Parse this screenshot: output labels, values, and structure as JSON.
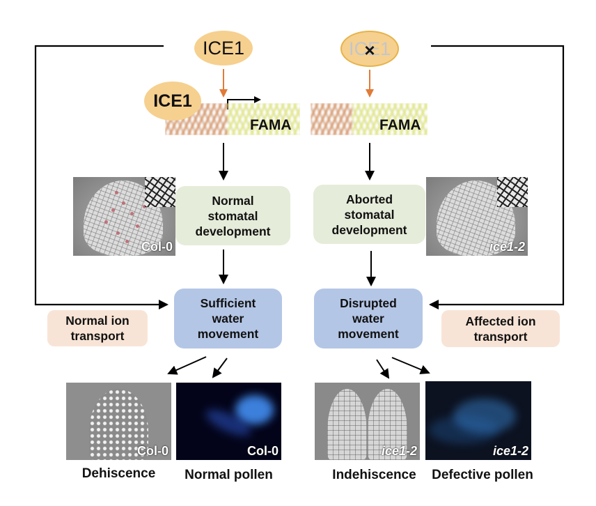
{
  "colors": {
    "protein_fill": "#f6d08f",
    "knockout_border": "#e6b34a",
    "regulation_arrow": "#e07b39",
    "stomatal_box": "#e5ecd9",
    "water_box": "#b4c6e6",
    "ion_box": "#f8e4d6",
    "flow_arrow": "#000000"
  },
  "wild_type": {
    "protein_label": "ICE1",
    "bound_protein_label": "ICE1",
    "gene_label": "FAMA",
    "stomatal_label": "Normal\nstomatal\ndevelopment",
    "water_label": "Sufficient\nwater\nmovement",
    "ion_label": "Normal ion\ntransport",
    "leaf_image_label": "Col-0",
    "anther_image_label": "Col-0",
    "pollen_image_label": "Col-0",
    "anther_caption": "Dehiscence",
    "pollen_caption": "Normal pollen"
  },
  "mutant": {
    "protein_label": "ICE1",
    "knockout_mark": "×",
    "gene_label": "FAMA",
    "stomatal_label": "Aborted\nstomatal\ndevelopment",
    "water_label": "Disrupted\nwater\nmovement",
    "ion_label": "Affected ion\ntransport",
    "leaf_image_label": "ice1-2",
    "anther_image_label": "ice1-2",
    "pollen_image_label": "ice1-2",
    "anther_caption": "Indehiscence",
    "pollen_caption": "Defective pollen"
  },
  "edges": [
    {
      "from": "ICE1",
      "to": "FAMA promoter",
      "type": "binding",
      "side": "wild_type"
    },
    {
      "from": "FAMA",
      "to": "Normal stomatal development",
      "side": "wild_type"
    },
    {
      "from": "Normal stomatal development",
      "to": "Sufficient water movement",
      "side": "wild_type"
    },
    {
      "from": "ICE1",
      "to": "Sufficient water movement",
      "type": "feedback-loop",
      "side": "wild_type"
    },
    {
      "from": "Sufficient water movement",
      "to": "Dehiscence",
      "side": "wild_type"
    },
    {
      "from": "Sufficient water movement",
      "to": "Normal pollen",
      "side": "wild_type"
    },
    {
      "from": "ICE1 (knocked out)",
      "to": "FAMA",
      "type": "no-binding",
      "side": "mutant"
    },
    {
      "from": "FAMA",
      "to": "Aborted stomatal development",
      "side": "mutant"
    },
    {
      "from": "Aborted stomatal development",
      "to": "Disrupted water movement",
      "side": "mutant"
    },
    {
      "from": "ICE1 (knocked out)",
      "to": "Disrupted water movement",
      "type": "feedback-loop",
      "side": "mutant"
    },
    {
      "from": "Disrupted water movement",
      "to": "Indehiscence",
      "side": "mutant"
    },
    {
      "from": "Disrupted water movement",
      "to": "Defective pollen",
      "side": "mutant"
    }
  ]
}
